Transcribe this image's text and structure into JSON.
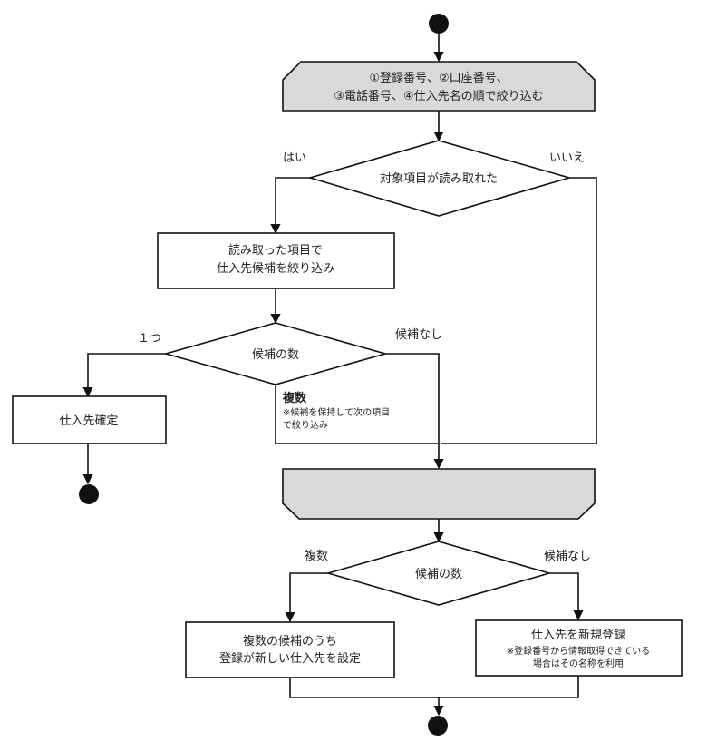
{
  "diagram": {
    "colors": {
      "line": "#111111",
      "gray_fill": "#d9d9d9",
      "box_fill": "#ffffff"
    },
    "top_action": {
      "line1": "①登録番号、②口座番号、",
      "line2": "③電話番号、④仕入先名の順で絞り込む"
    },
    "decision_read": {
      "label": "対象項目が読み取れた",
      "yes": "はい",
      "no": "いいえ"
    },
    "narrow_box": {
      "line1": "読み取った項目で",
      "line2": "仕入先候補を絞り込み"
    },
    "decision_count1": {
      "label": "候補の数",
      "one": "１つ",
      "none": "候補なし"
    },
    "confirm_box": {
      "label": "仕入先確定"
    },
    "multiple_note": {
      "title": "複数",
      "line1": "※候補を保持して次の項目",
      "line2": "で絞り込み"
    },
    "merge_action": {
      "label": ""
    },
    "decision_count2": {
      "label": "候補の数",
      "multiple": "複数",
      "none": "候補なし"
    },
    "pick_latest_box": {
      "line1": "複数の候補のうち",
      "line2": "登録が新しい仕入先を設定"
    },
    "new_register_box": {
      "title": "仕入先を新規登録",
      "line1": "※登録番号から情報取得できている",
      "line2": "場合はその名称を利用"
    }
  }
}
